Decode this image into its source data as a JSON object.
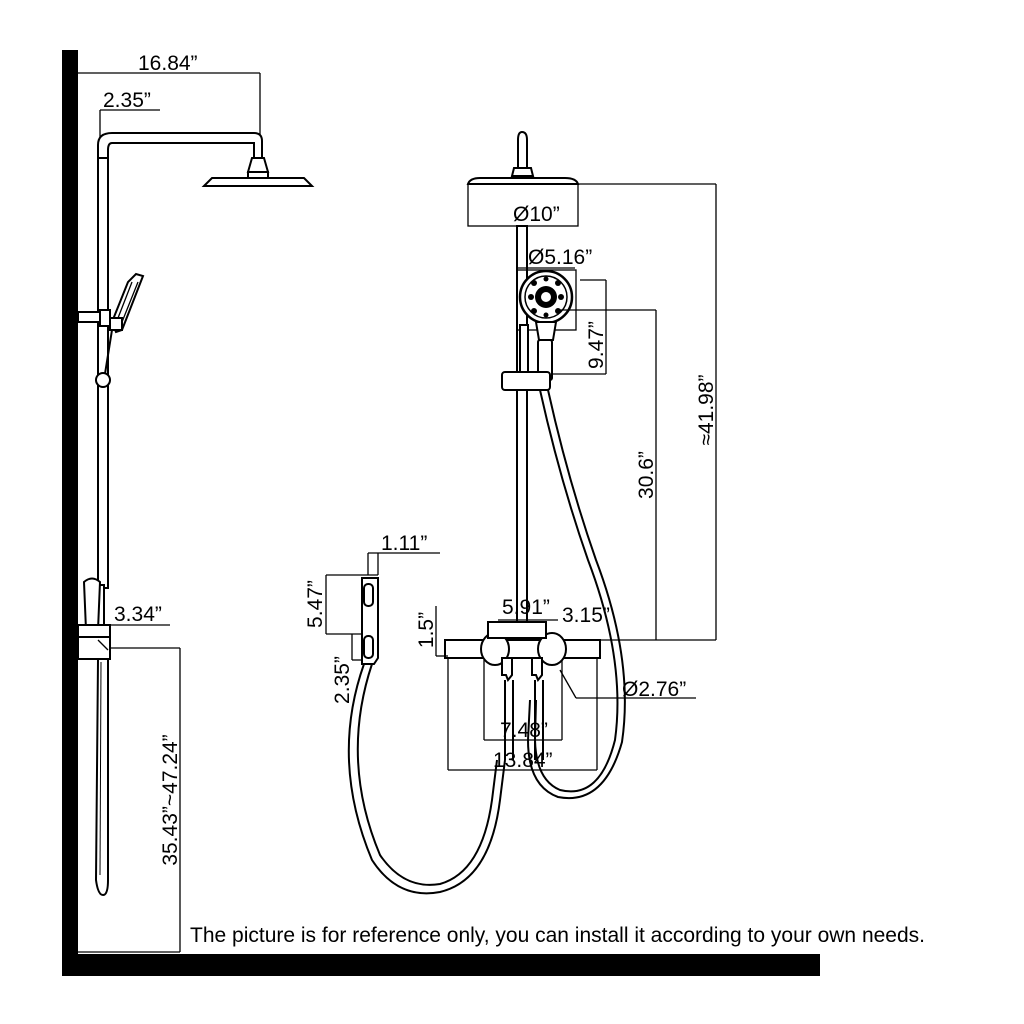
{
  "dimensions": {
    "head_arm_length": "16.84”",
    "rail_offset": "2.35”",
    "valve_projection_side": "3.34”",
    "mount_height_range": "35.43”~47.24”",
    "outlet_depth": "1.11”",
    "outlet_height": "5.47”",
    "outlet_lower": "2.35”",
    "head_diameter": "Ø10”",
    "handheld_diameter": "Ø5.16”",
    "handheld_length": "9.47”",
    "rail_height": "30.6”",
    "total_height": "≈41.98”",
    "valve_height": "1.5”",
    "valve_center": "5.91”",
    "valve_side": "3.15”",
    "knob_diameter": "Ø2.76”",
    "inlet_spacing": "7.48”",
    "valve_width": "13.84”"
  },
  "note": "The picture is for reference only, you can install it according to your own needs.",
  "colors": {
    "line": "#000000",
    "background": "#ffffff"
  }
}
